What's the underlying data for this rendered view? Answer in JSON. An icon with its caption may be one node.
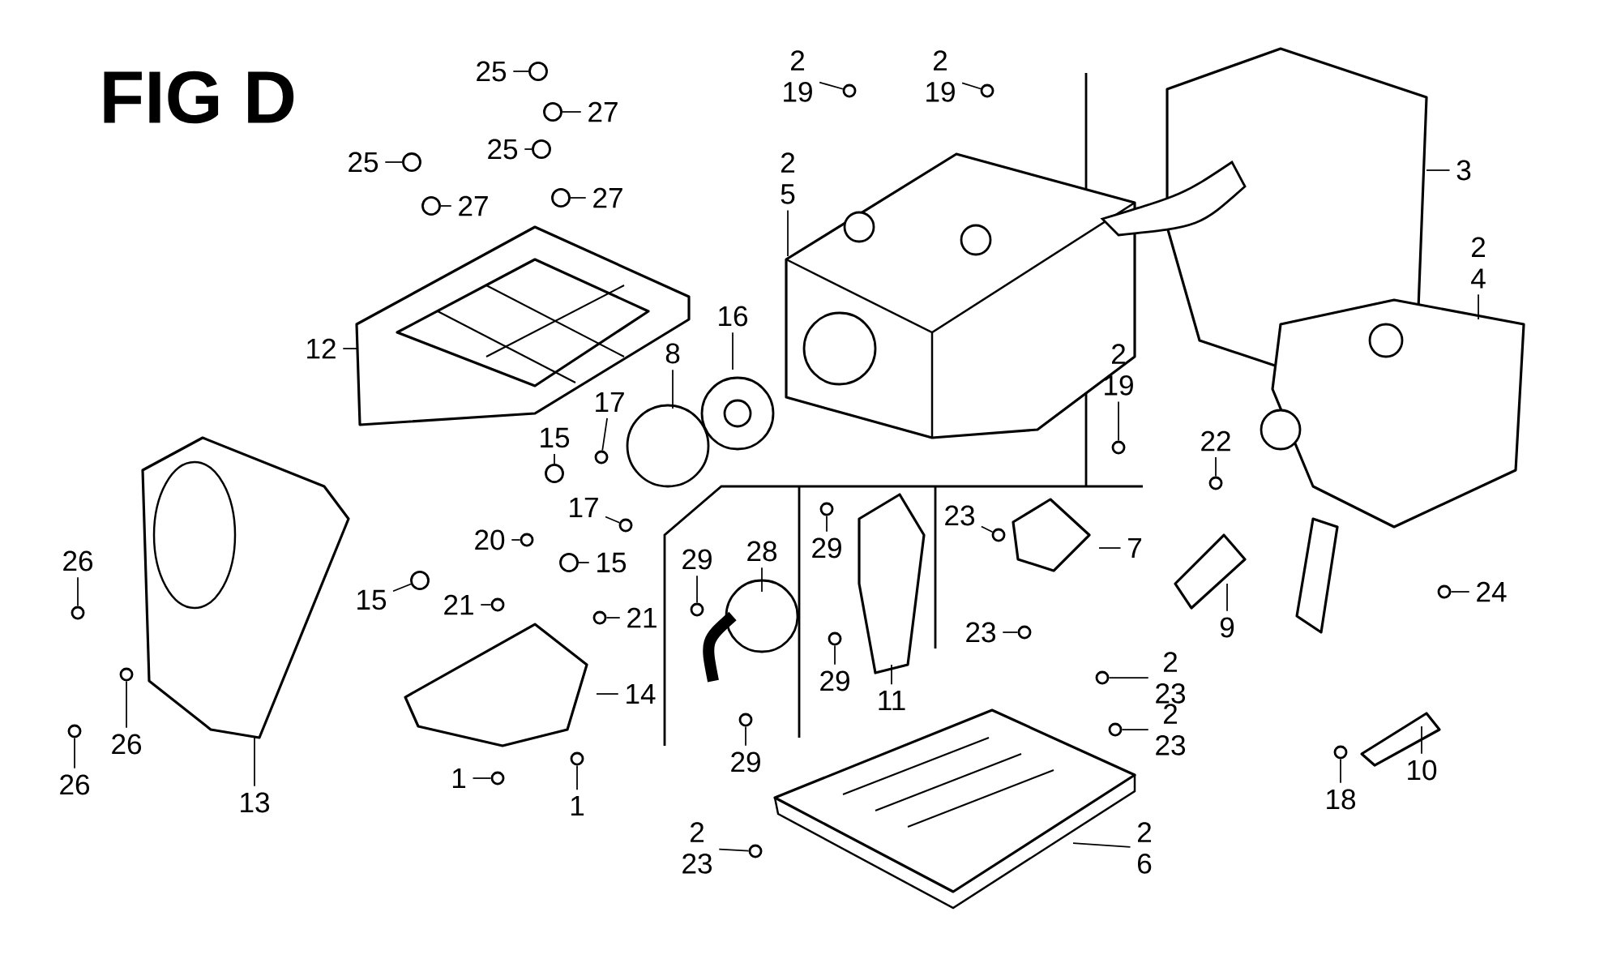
{
  "diagram": {
    "title": "FIG D",
    "nodes": [
      {
        "text": [
          "25"
        ]
      },
      {
        "text": [
          "27"
        ]
      },
      {
        "text": [
          "25"
        ]
      },
      {
        "text": [
          "25"
        ]
      },
      {
        "text": [
          "27"
        ]
      },
      {
        "text": [
          "27"
        ]
      },
      {
        "text": [
          "2",
          "19"
        ]
      },
      {
        "text": [
          "2",
          "19"
        ]
      },
      {
        "text": [
          "2",
          "5"
        ]
      },
      {
        "text": [
          "3"
        ]
      },
      {
        "text": [
          "2",
          "4"
        ]
      },
      {
        "text": [
          "12"
        ]
      },
      {
        "text": [
          "8"
        ]
      },
      {
        "text": [
          "16"
        ]
      },
      {
        "text": [
          "2",
          "19"
        ]
      },
      {
        "text": [
          "17"
        ]
      },
      {
        "text": [
          "17"
        ]
      },
      {
        "text": [
          "15"
        ]
      },
      {
        "text": [
          "20"
        ]
      },
      {
        "text": [
          "15"
        ]
      },
      {
        "text": [
          "15"
        ]
      },
      {
        "text": [
          "21"
        ]
      },
      {
        "text": [
          "21"
        ]
      },
      {
        "text": [
          "14"
        ]
      },
      {
        "text": [
          "1"
        ]
      },
      {
        "text": [
          "1"
        ]
      },
      {
        "text": [
          "26"
        ]
      },
      {
        "text": [
          "26"
        ]
      },
      {
        "text": [
          "26"
        ]
      },
      {
        "text": [
          "13"
        ]
      },
      {
        "text": [
          "29"
        ]
      },
      {
        "text": [
          "28"
        ]
      },
      {
        "text": [
          "29"
        ]
      },
      {
        "text": [
          "29"
        ]
      },
      {
        "text": [
          "29"
        ]
      },
      {
        "text": [
          "11"
        ]
      },
      {
        "text": [
          "23"
        ]
      },
      {
        "text": [
          "7"
        ]
      },
      {
        "text": [
          "23"
        ]
      },
      {
        "text": [
          "22"
        ]
      },
      {
        "text": [
          "9"
        ]
      },
      {
        "text": [
          "24"
        ]
      },
      {
        "text": [
          "2",
          "23"
        ]
      },
      {
        "text": [
          "2",
          "23"
        ]
      },
      {
        "text": [
          "10"
        ]
      },
      {
        "text": [
          "18"
        ]
      },
      {
        "text": [
          "2",
          "6"
        ]
      },
      {
        "text": [
          "2",
          "23"
        ]
      },
      {
        "text": [],
        "shape": "circle"
      },
      {
        "text": [],
        "shape": "circle"
      },
      {
        "text": [],
        "shape": "circle"
      },
      {
        "text": [],
        "shape": "circle"
      },
      {
        "text": [],
        "shape": "circle"
      },
      {
        "text": [],
        "shape": "circle"
      },
      {
        "text": [],
        "shape": "circle"
      },
      {
        "text": [],
        "shape": "circle"
      },
      {
        "text": [],
        "shape": "circle"
      },
      {
        "text": [],
        "shape": "circle"
      },
      {
        "text": [],
        "shape": "circle"
      },
      {
        "text": [],
        "shape": "circle"
      },
      {
        "text": [],
        "shape": "circle"
      },
      {
        "text": [],
        "shape": "circle"
      },
      {
        "text": [],
        "shape": "circle"
      },
      {
        "text": [],
        "shape": "circle"
      },
      {
        "text": [],
        "shape": "circle"
      },
      {
        "text": [],
        "shape": "circle"
      },
      {
        "text": [],
        "shape": "circle"
      },
      {
        "text": [],
        "shape": "circle"
      },
      {
        "text": [],
        "shape": "circle"
      },
      {
        "text": [],
        "shape": "circle"
      },
      {
        "text": [],
        "shape": "circle"
      },
      {
        "text": [],
        "shape": "circle"
      },
      {
        "text": [],
        "shape": "circle"
      },
      {
        "text": [],
        "shape": "circle"
      },
      {
        "text": [],
        "shape": "circle"
      },
      {
        "text": [],
        "shape": "circle"
      },
      {
        "text": [],
        "shape": "circle"
      },
      {
        "text": [],
        "shape": "circle"
      },
      {
        "text": [],
        "shape": "circle"
      },
      {
        "text": [],
        "shape": "circle"
      },
      {
        "text": [],
        "shape": "circle"
      },
      {
        "text": [],
        "shape": "circle"
      }
    ],
    "edges": [
      {
        "from": 0,
        "to": 48,
        "arrow": "none"
      },
      {
        "from": 1,
        "to": 49,
        "arrow": "none"
      },
      {
        "from": 2,
        "to": 50,
        "arrow": "none"
      },
      {
        "from": 3,
        "to": 51,
        "arrow": "none"
      },
      {
        "from": 4,
        "to": 52,
        "arrow": "none"
      },
      {
        "from": 5,
        "to": 53,
        "arrow": "none"
      },
      {
        "from": 6,
        "to": 54,
        "arrow": "none"
      },
      {
        "from": 7,
        "to": 55,
        "arrow": "none"
      },
      {
        "from": 8,
        "to": null,
        "arrow": "none"
      },
      {
        "from": 9,
        "to": null,
        "arrow": "none"
      },
      {
        "from": 10,
        "to": null,
        "arrow": "none"
      },
      {
        "from": 11,
        "to": null,
        "arrow": "none"
      },
      {
        "from": 12,
        "to": null,
        "arrow": "none"
      },
      {
        "from": 13,
        "to": null,
        "arrow": "none"
      },
      {
        "from": 14,
        "to": 56,
        "arrow": "none"
      },
      {
        "from": 15,
        "to": 57,
        "arrow": "none"
      },
      {
        "from": 16,
        "to": 58,
        "arrow": "none"
      },
      {
        "from": 17,
        "to": 59,
        "arrow": "none"
      },
      {
        "from": 18,
        "to": 60,
        "arrow": "none"
      },
      {
        "from": 19,
        "to": 61,
        "arrow": "none"
      },
      {
        "from": 20,
        "to": 62,
        "arrow": "none"
      },
      {
        "from": 21,
        "to": 63,
        "arrow": "none"
      },
      {
        "from": 22,
        "to": 64,
        "arrow": "none"
      },
      {
        "from": 23,
        "to": null,
        "arrow": "none"
      },
      {
        "from": 24,
        "to": 65,
        "arrow": "none"
      },
      {
        "from": 25,
        "to": 66,
        "arrow": "none"
      },
      {
        "from": 26,
        "to": 67,
        "arrow": "none"
      },
      {
        "from": 27,
        "to": 68,
        "arrow": "none"
      },
      {
        "from": 28,
        "to": 69,
        "arrow": "none"
      },
      {
        "from": 29,
        "to": null,
        "arrow": "none"
      },
      {
        "from": 30,
        "to": 70,
        "arrow": "none"
      },
      {
        "from": 31,
        "to": null,
        "arrow": "none"
      },
      {
        "from": 32,
        "to": 71,
        "arrow": "none"
      },
      {
        "from": 33,
        "to": 72,
        "arrow": "none"
      },
      {
        "from": 34,
        "to": 73,
        "arrow": "none"
      },
      {
        "from": 35,
        "to": null,
        "arrow": "none"
      },
      {
        "from": 36,
        "to": 74,
        "arrow": "none"
      },
      {
        "from": 37,
        "to": null,
        "arrow": "none"
      },
      {
        "from": 38,
        "to": 75,
        "arrow": "none"
      },
      {
        "from": 39,
        "to": 76,
        "arrow": "none"
      },
      {
        "from": 40,
        "to": null,
        "arrow": "none"
      },
      {
        "from": 41,
        "to": 77,
        "arrow": "none"
      },
      {
        "from": 42,
        "to": 78,
        "arrow": "none"
      },
      {
        "from": 43,
        "to": 79,
        "arrow": "none"
      },
      {
        "from": 44,
        "to": null,
        "arrow": "none"
      },
      {
        "from": 45,
        "to": 80,
        "arrow": "none"
      },
      {
        "from": 46,
        "to": null,
        "arrow": "none"
      },
      {
        "from": 47,
        "to": 81,
        "arrow": "none"
      }
    ]
  }
}
